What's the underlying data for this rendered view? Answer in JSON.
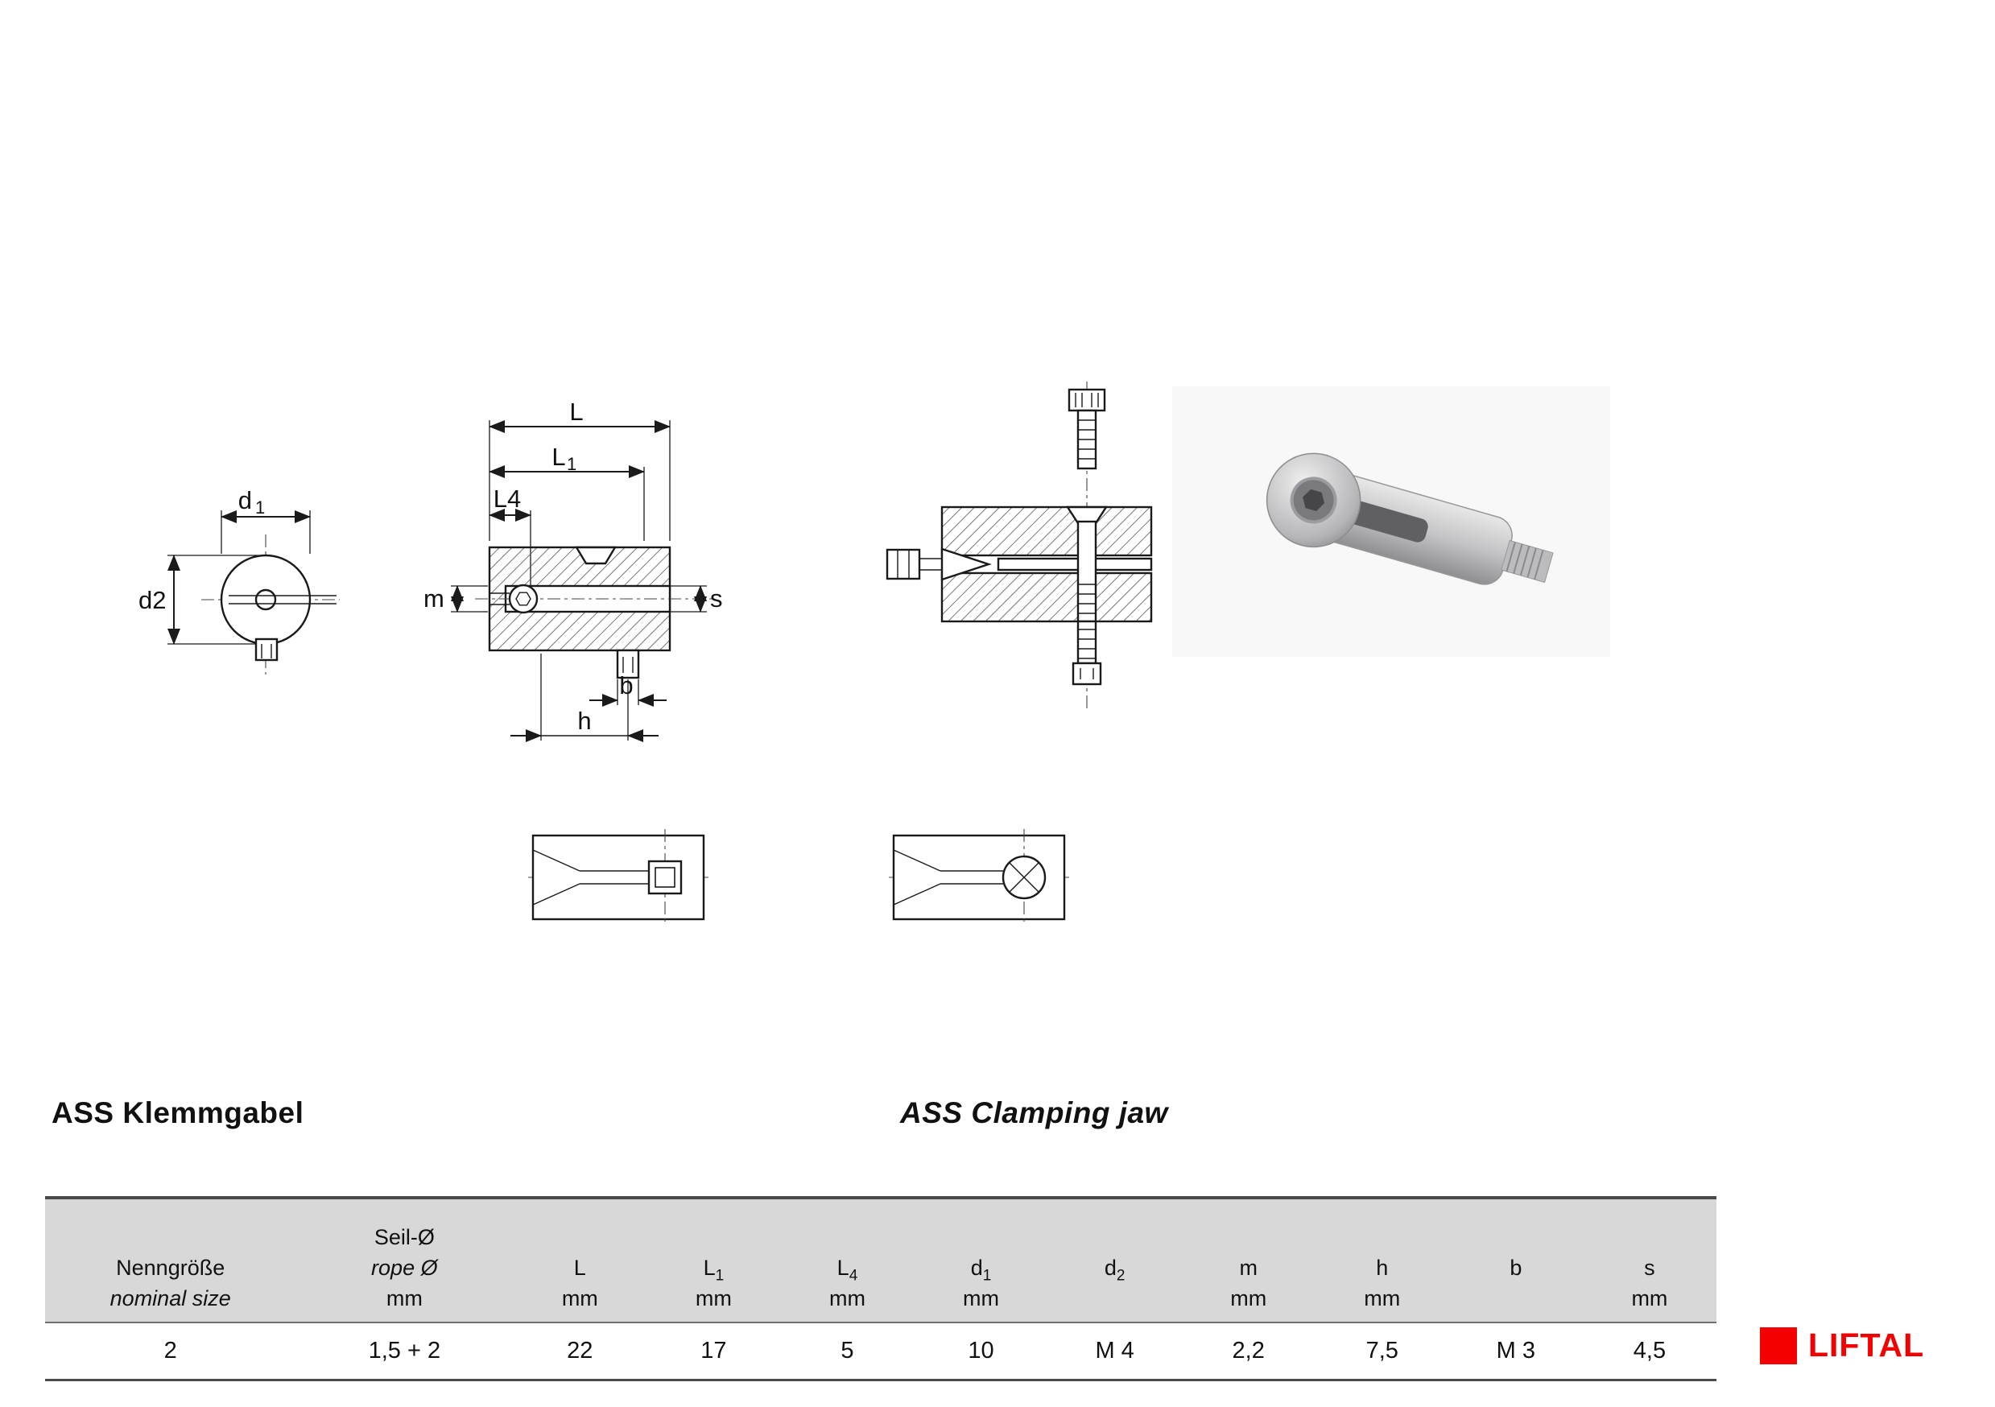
{
  "headings": {
    "title_de": "ASS Klemmgabel",
    "title_en": "ASS Clamping jaw"
  },
  "drawing_labels": {
    "L": "L",
    "L1_main": "L",
    "L1_sub": "1",
    "L4": "L4",
    "d1_main": "d",
    "d1_sub": "1",
    "d2": "d2",
    "m": "m",
    "s": "s",
    "b": "b",
    "h": "h"
  },
  "table": {
    "columns": [
      {
        "line1": "Nenngröße",
        "line2": "nominal size"
      },
      {
        "line1": "Seil-Ø",
        "line2": "rope Ø",
        "line3": "mm"
      },
      {
        "line1": "L",
        "line3": "mm"
      },
      {
        "line1": "L",
        "sub": "1",
        "line3": "mm"
      },
      {
        "line1": "L",
        "sub": "4",
        "line3": "mm"
      },
      {
        "line1": "d",
        "sub": "1",
        "line3": "mm"
      },
      {
        "line1": "d",
        "sub": "2"
      },
      {
        "line1": "m",
        "line3": "mm"
      },
      {
        "line1": "h",
        "line3": "mm"
      },
      {
        "line1": "b"
      },
      {
        "line1": "s",
        "line3": "mm"
      }
    ],
    "row": [
      "2",
      "1,5 + 2",
      "22",
      "17",
      "5",
      "10",
      "M 4",
      "2,2",
      "7,5",
      "M 3",
      "4,5"
    ]
  },
  "logo": {
    "text": "LIFTAL"
  }
}
